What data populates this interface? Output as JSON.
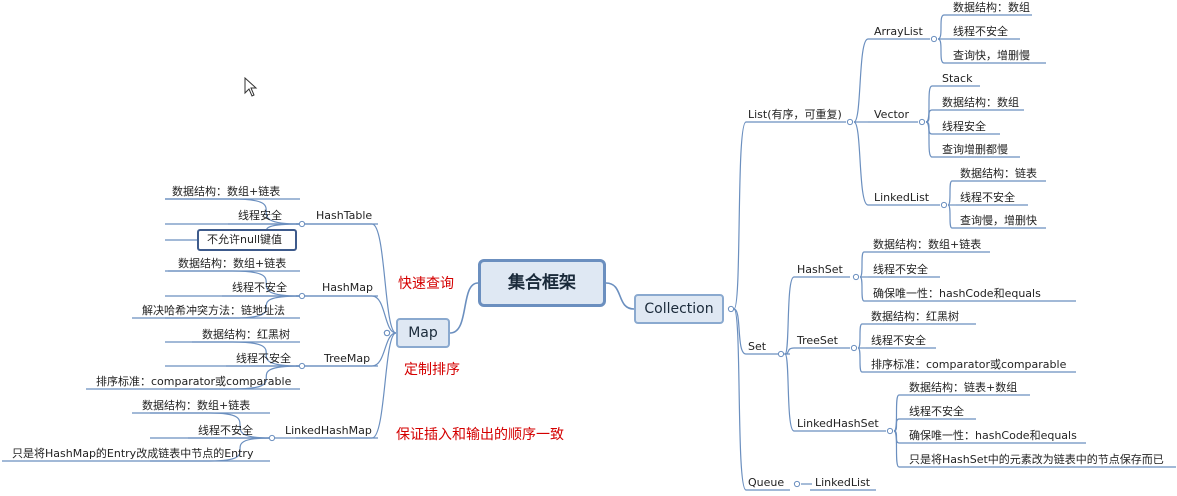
{
  "central": {
    "label": "集合框架"
  },
  "colors": {
    "line": "#6b8fbf",
    "note": "#d40000",
    "node_fill": "#dfe8f3"
  },
  "map": {
    "label": "Map",
    "notes": [
      "快速查询",
      "定制排序",
      "保证插入和输出的顺序一致"
    ],
    "hashtable": {
      "label": "HashTable",
      "items": [
        "数据结构：数组+链表",
        "线程安全",
        "不允许null键值"
      ]
    },
    "hashmap": {
      "label": "HashMap",
      "items": [
        "数据结构：数组+链表",
        "线程不安全",
        "解决哈希冲突方法：链地址法"
      ]
    },
    "treemap": {
      "label": "TreeMap",
      "items": [
        "数据结构：红黑树",
        "线程不安全",
        "排序标准：comparator或comparable"
      ]
    },
    "linkedhashmap": {
      "label": "LinkedHashMap",
      "items": [
        "数据结构：数组+链表",
        "线程不安全",
        "只是将HashMap的Entry改成链表中节点的Entry"
      ]
    }
  },
  "collection": {
    "label": "Collection",
    "list": {
      "label": "List(有序，可重复)",
      "arraylist": {
        "label": "ArrayList",
        "items": [
          "数据结构：数组",
          "线程不安全",
          "查询快，增删慢"
        ]
      },
      "vector": {
        "label": "Vector",
        "items": [
          "Stack",
          "数据结构：数组",
          "线程安全",
          "查询增删都慢"
        ]
      },
      "linkedlist": {
        "label": "LinkedList",
        "items": [
          "数据结构：链表",
          "线程不安全",
          "查询慢，增删快"
        ]
      }
    },
    "set": {
      "label": "Set",
      "hashset": {
        "label": "HashSet",
        "items": [
          "数据结构：数组+链表",
          "线程不安全",
          "确保唯一性：hashCode和equals"
        ]
      },
      "treeset": {
        "label": "TreeSet",
        "items": [
          "数据结构：红黑树",
          "线程不安全",
          "排序标准：comparator或comparable"
        ]
      },
      "linkedhashset": {
        "label": "LinkedHashSet",
        "items": [
          "数据结构：链表+数组",
          "线程不安全",
          "确保唯一性：hashCode和equals",
          "只是将HashSet中的元素改为链表中的节点保存而已"
        ]
      }
    },
    "queue": {
      "label": "Queue",
      "linkedlist": {
        "label": "LinkedList"
      }
    }
  }
}
